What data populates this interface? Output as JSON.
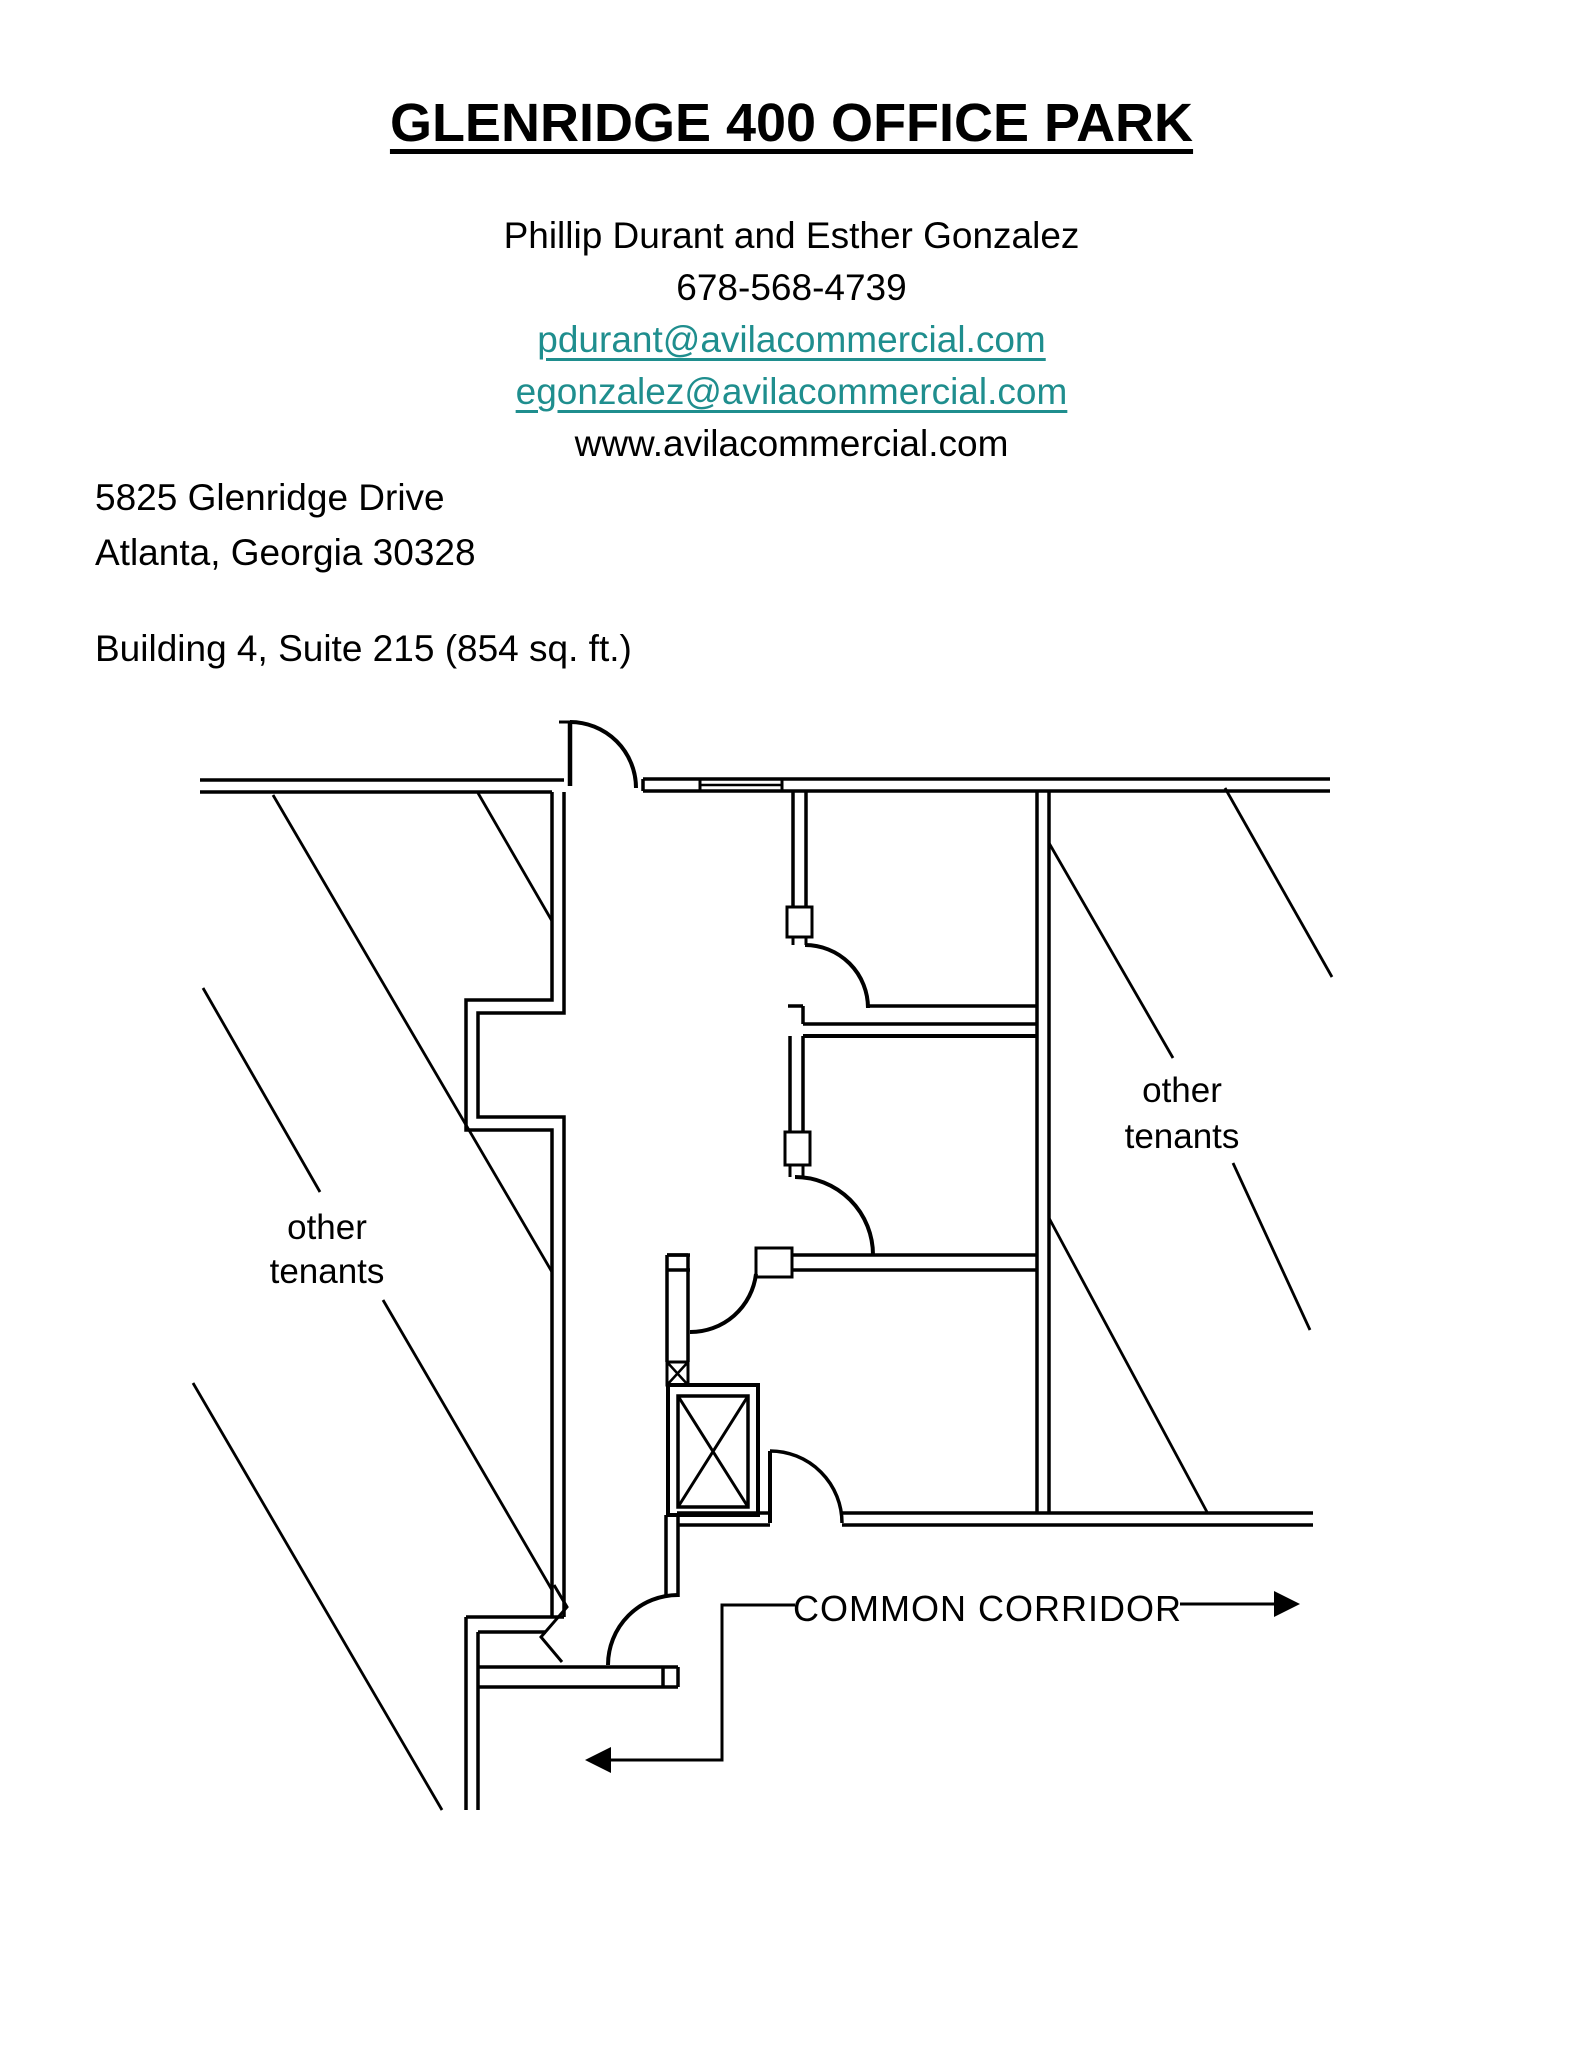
{
  "document": {
    "title": "GLENRIDGE 400 OFFICE PARK",
    "contact_block": {
      "names": "Phillip Durant and Esther Gonzalez",
      "phone": "678-568-4739",
      "email1": "pdurant@avilacommercial.com",
      "email2": "egonzalez@avilacommercial.com",
      "website": "www.avilacommercial.com"
    },
    "address_block": {
      "line1": "5825 Glenridge Drive",
      "line2": "Atlanta, Georgia 30328"
    },
    "listing_line": "Building 4, Suite 215 (854 sq. ft.)"
  },
  "floor_plan": {
    "left_tenant_label": {
      "line1": "other",
      "line2": "tenants"
    },
    "right_tenant_label": {
      "line1": "other",
      "line2": "tenants"
    },
    "corridor_label": "COMMON CORRIDOR"
  },
  "colors": {
    "link_teal": "#1F8E8E",
    "ink": "#000000"
  }
}
